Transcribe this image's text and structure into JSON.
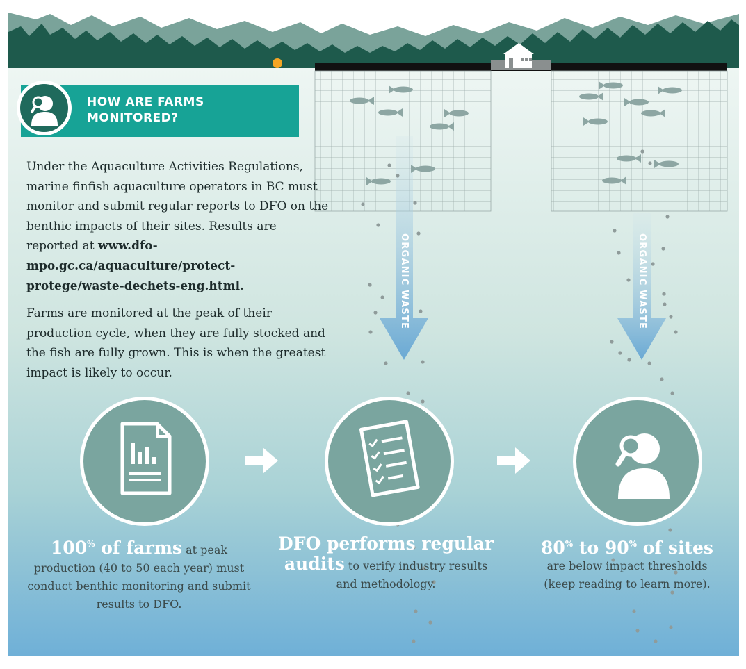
{
  "banner": {
    "title_line1": "HOW ARE FARMS",
    "title_line2": "MONITORED?",
    "icon": "person-with-magnifier-icon"
  },
  "intro": {
    "paragraph1_text": "Under the Aquaculture Activities Regulations, marine finfish aquaculture operators in BC must monitor and submit regular reports to DFO on the benthic impacts of their sites. Results are reported at ",
    "paragraph1_url": "www.dfo-mpo.gc.ca/aquaculture/protect-protege/waste-dechets-eng.html.",
    "paragraph2": "Farms are monitored at the peak of their production cycle, when they are fully stocked and the fish are fully grown. This is when the greatest impact is likely to occur."
  },
  "pens": {
    "waste_label": "ORGANIC WASTE"
  },
  "steps": [
    {
      "icon": "report-chart-icon",
      "headline_value": "100",
      "headline_unit": "%",
      "headline_rest": " of farms",
      "body": " at peak production (40 to 50 each year) must conduct benthic monitoring and submit results to DFO."
    },
    {
      "icon": "checklist-icon",
      "headline": "DFO performs regular audits",
      "body": " to verify industry results and methodology."
    },
    {
      "icon": "person-with-magnifier-icon",
      "headline_a_value": "80",
      "headline_a_unit": "%",
      "headline_mid": " to ",
      "headline_b_value": "90",
      "headline_b_unit": "%",
      "headline_rest": " of sites",
      "body": "are below impact thresholds (keep reading to learn more)."
    }
  ],
  "colors": {
    "banner": "#17a396",
    "trees": "#1e5a4c",
    "circle": "#7aa59f",
    "water_top": "#e9f3f0",
    "water_bottom": "#73b1d6"
  }
}
